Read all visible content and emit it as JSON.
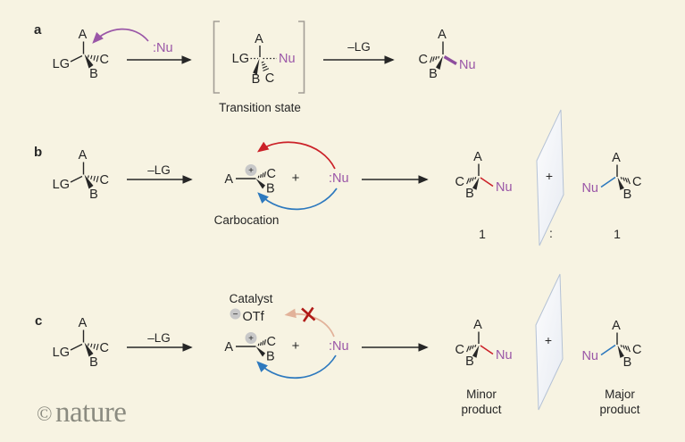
{
  "colors": {
    "background": "#f7f3e2",
    "ink": "#262626",
    "purple": "#9a56a7",
    "red_arrow": "#cb2128",
    "blue_arrow": "#2d79be",
    "salmon_arrow": "#e2b29a",
    "cross_red": "#b01a17",
    "charge_circle": "#c8c8c8",
    "bracket_gray": "#a39e96",
    "mirror_plane_stroke": "#b5c2d5",
    "watermark_gray": "#8b8b80"
  },
  "atoms": {
    "A": "A",
    "B": "B",
    "C": "C",
    "LG": "LG",
    "Nu": "Nu"
  },
  "charges": {
    "plus": "+",
    "minus": "−"
  },
  "panel_a": {
    "label": "a",
    "nucleophile": ":Nu",
    "arrow2_label": "–LG",
    "transition_state_caption": "Transition state"
  },
  "panel_b": {
    "label": "b",
    "arrow1_label": "–LG",
    "carbocation_caption": "Carbocation",
    "plus_sign": "+",
    "nucleophile": ":Nu",
    "mirror_plus": "+",
    "ratio_left": "1",
    "ratio_colon": ":",
    "ratio_right": "1"
  },
  "panel_c": {
    "label": "c",
    "arrow1_label": "–LG",
    "catalyst_caption": "Catalyst",
    "counterion": "OTf",
    "plus_sign": "+",
    "nucleophile": ":Nu",
    "mirror_plus": "+",
    "minor_caption": [
      "Minor",
      "product"
    ],
    "major_caption": [
      "Major",
      "product"
    ]
  },
  "watermark": {
    "copyright": "©",
    "brand": "nature"
  }
}
